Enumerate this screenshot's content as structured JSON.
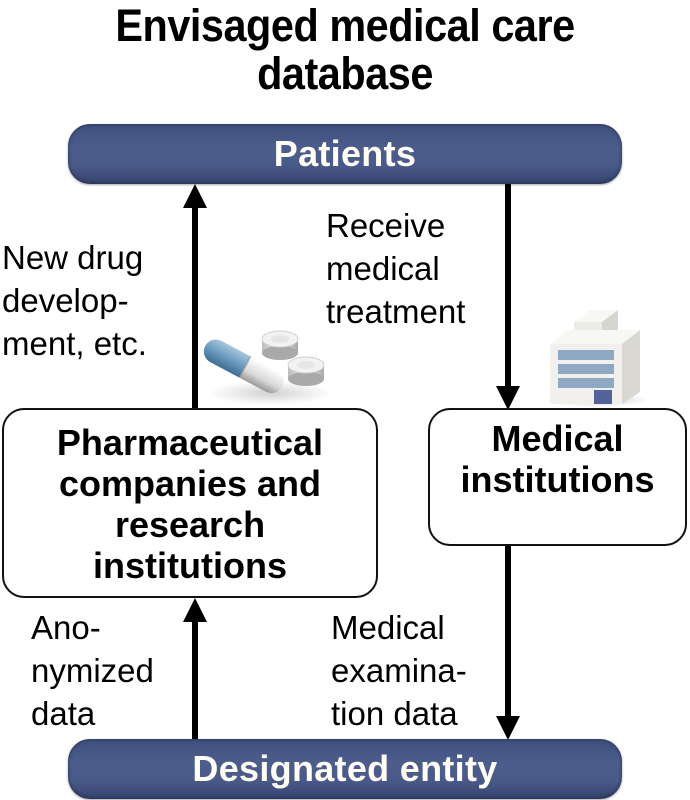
{
  "title": {
    "line1": "Envisaged medical care",
    "line2": "database"
  },
  "nodes": {
    "patients": "Patients",
    "designated_entity": "Designated entity",
    "pharma": {
      "line1": "Pharmaceutical",
      "line2": "companies and",
      "line3": "research",
      "line4": "institutions"
    },
    "medical": {
      "line1": "Medical",
      "line2": "institutions"
    }
  },
  "edges": {
    "pharma_to_patients": {
      "line1": "New drug",
      "line2": "develop-",
      "line3": "ment, etc."
    },
    "patients_to_medical": {
      "line1": "Receive",
      "line2": "medical",
      "line3": "treatment"
    },
    "designated_to_pharma": {
      "line1": "Ano-",
      "line2": "nymized",
      "line3": "data"
    },
    "medical_to_designated": {
      "line1": "Medical",
      "line2": "examina-",
      "line3": "tion data"
    }
  },
  "icons": {
    "pharma": "pills-icon",
    "medical": "hospital-building-icon"
  },
  "colors": {
    "bar_fill": "#4a5a88",
    "bar_text": "#fffdf5",
    "capsule_blue": "#6d9cc0",
    "building_window": "#8fa9c4",
    "building_door": "#52639a"
  }
}
